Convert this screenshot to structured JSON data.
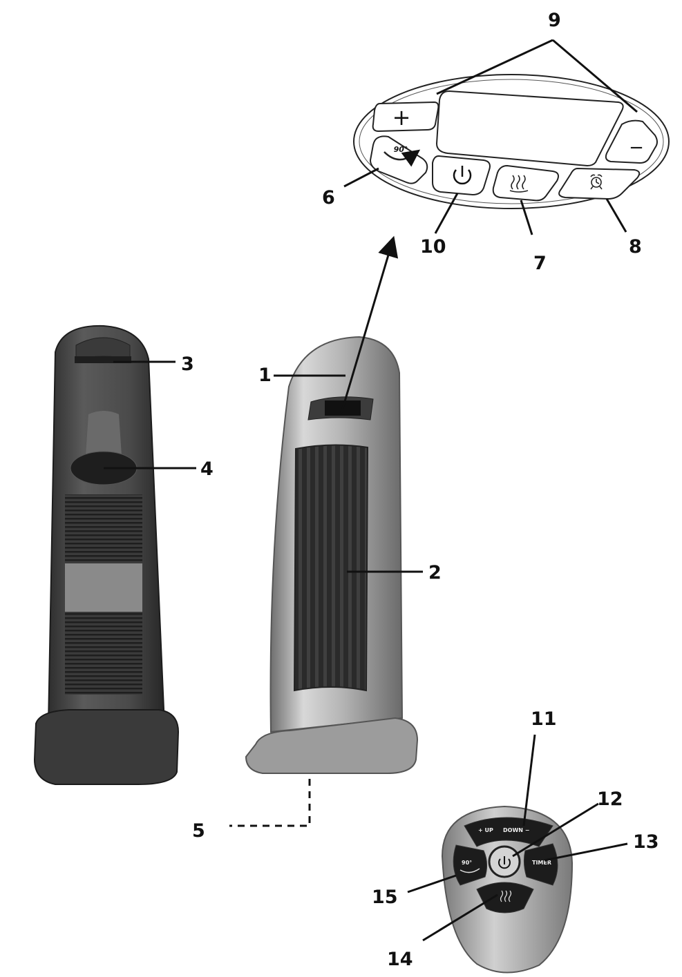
{
  "callouts": {
    "c1": "1",
    "c2": "2",
    "c3": "3",
    "c4": "4",
    "c5": "5",
    "c6": "6",
    "c7": "7",
    "c8": "8",
    "c9": "9",
    "c10": "10",
    "c11": "11",
    "c12": "12",
    "c13": "13",
    "c14": "14",
    "c15": "15"
  },
  "control_panel": {
    "plus_symbol": "+",
    "minus_symbol": "−",
    "oscillation_label": "90°"
  },
  "remote": {
    "up_label": "+ UP",
    "down_label": "DOWN −",
    "oscillation_label": "90°",
    "timer_label": "TIMER"
  },
  "colors": {
    "ink": "#111111",
    "heater_body": "#9a9a9a",
    "grille": "#2b2b2b",
    "rear_body": "#4a4a4a",
    "remote_body": "#a8a8a8",
    "remote_key": "#1c1c1c"
  }
}
